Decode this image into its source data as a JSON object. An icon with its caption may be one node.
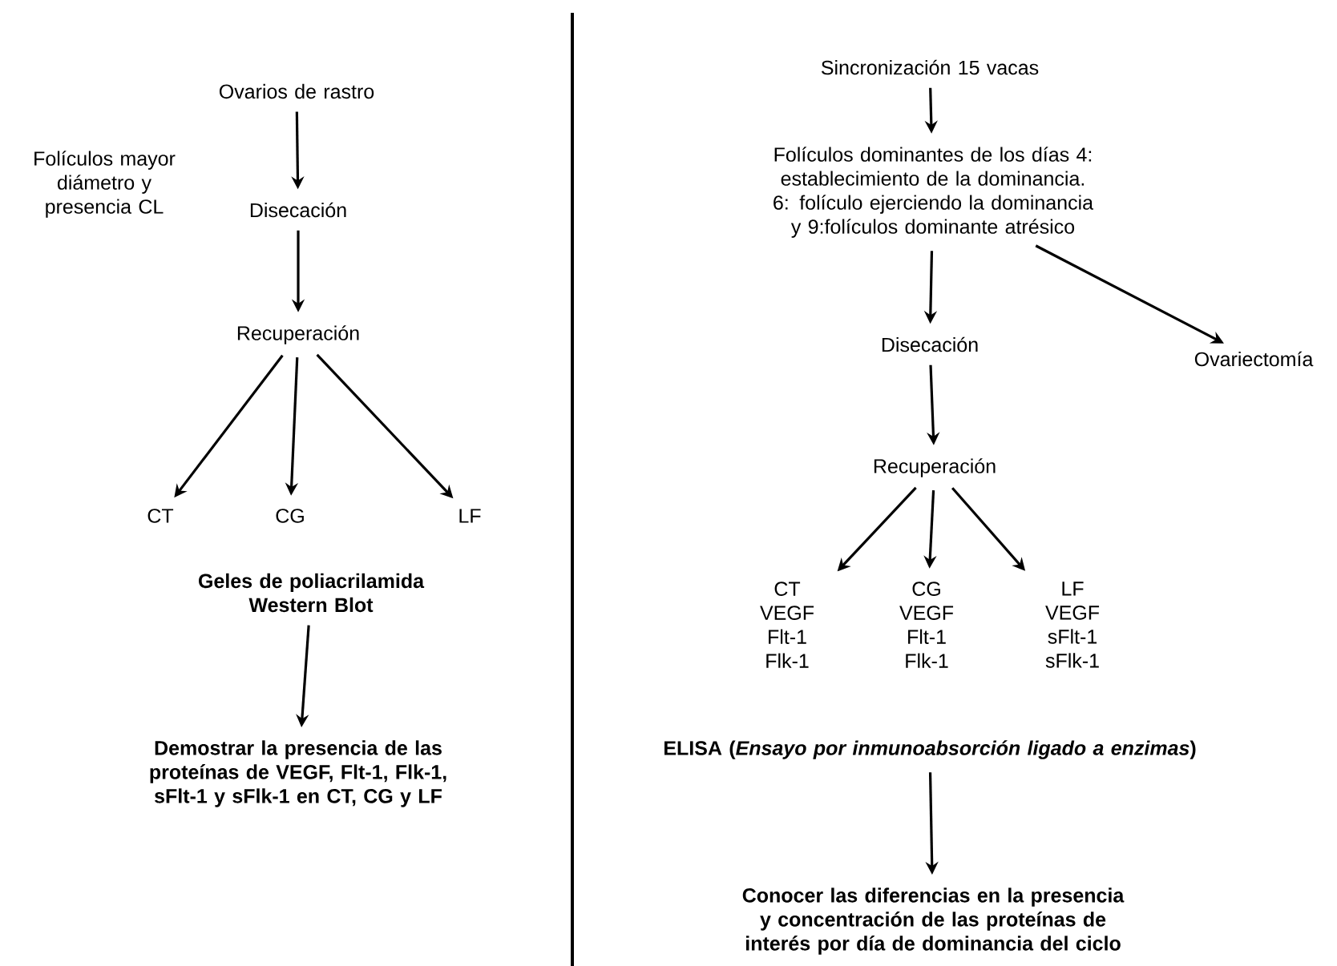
{
  "diagram": {
    "nodes": [
      {
        "text": [
          "Ovarios de rastro"
        ]
      },
      {
        "text": [
          "Disecación"
        ]
      },
      {
        "text": [
          "Recuperación"
        ]
      },
      {
        "text": [
          "CT"
        ]
      },
      {
        "text": [
          "CG"
        ]
      },
      {
        "text": [
          "LF"
        ]
      },
      {
        "text": [
          "Geles de poliacrilamida Western Blot"
        ]
      },
      {
        "text": [
          "Demostrar la presencia de las proteínas de VEGF, Flt-1, Flk-1, sFlt-1 y sFlk-1 en CT, CG y LF"
        ]
      },
      {
        "text": [
          "Sincronización 15 vacas"
        ]
      },
      {
        "text": [
          "Folículos dominantes de los días 4: establecimiento de la dominancia. 6: folículo ejerciendo la dominancia y 9:folículos dominante atrésico"
        ]
      },
      {
        "text": [
          "Disecación"
        ]
      },
      {
        "text": [
          "Ovariectomía"
        ]
      },
      {
        "text": [
          "Recuperación"
        ]
      },
      {
        "text": [
          "CT VEGF Flt-1 Flk-1"
        ]
      },
      {
        "text": [
          "CG VEGF Flt-1 Flk-1"
        ]
      },
      {
        "text": [
          "LF VEGF sFlt-1 sFlk-1"
        ]
      },
      {
        "text": [
          "ELISA (*Ensayo por inmunoabsorción ligado a enzimas*)"
        ]
      },
      {
        "text": [
          "Conocer las diferencias en la presencia y concentración de las proteínas de interés por día de dominancia del ciclo"
        ]
      }
    ],
    "edges": [
      {
        "from": 0,
        "to": 1,
        "arrow": "to"
      },
      {
        "from": 1,
        "to": 2,
        "arrow": "to"
      },
      {
        "from": 2,
        "to": 3,
        "arrow": "to"
      },
      {
        "from": 2,
        "to": 4,
        "arrow": "to"
      },
      {
        "from": 2,
        "to": 5,
        "arrow": "to"
      },
      {
        "from": 6,
        "to": 7,
        "arrow": "to"
      },
      {
        "from": 8,
        "to": 9,
        "arrow": "to"
      },
      {
        "from": 9,
        "to": 10,
        "arrow": "to"
      },
      {
        "from": 9,
        "to": 11,
        "arrow": "to"
      },
      {
        "from": 10,
        "to": 12,
        "arrow": "to"
      },
      {
        "from": 12,
        "to": 13,
        "arrow": "to"
      },
      {
        "from": 12,
        "to": 14,
        "arrow": "to"
      },
      {
        "from": 12,
        "to": 15,
        "arrow": "to"
      },
      {
        "from": 16,
        "to": 17,
        "arrow": "to"
      }
    ],
    "labels": [
      "Folículos mayor diámetro y presencia CL"
    ]
  }
}
